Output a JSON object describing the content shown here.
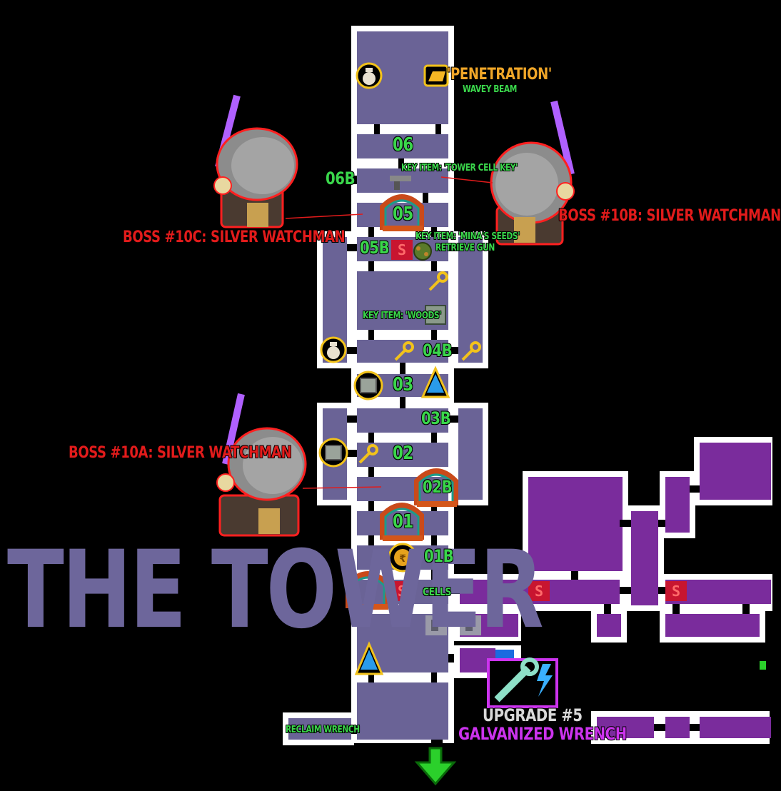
{
  "map": {
    "title": "THE TOWER",
    "room_labels": {
      "r06": "06",
      "r06b": "06B",
      "r05": "05",
      "r05b": "05B",
      "r04b": "04B",
      "r03": "03",
      "r03b": "03B",
      "r02": "02",
      "r02b": "02B",
      "r01": "01",
      "r01b": "01B",
      "cells": "CELLS"
    },
    "bosses": {
      "boss_a": "BOSS #10A: SILVER WATCHMAN",
      "boss_b": "BOSS #10B: SILVER WATCHMAN",
      "boss_c": "BOSS #10C: SILVER WATCHMAN"
    },
    "items": {
      "penetration_name": "'PENETRATION'",
      "penetration_sub": "WAVEY BEAM",
      "tower_cell_key": "KEY ITEM: 'TOWER CELL KEY'",
      "minas_seeds": "KEY ITEM: 'MINA'S SEEDS'",
      "retrieve_gun": "RETRIEVE GUN",
      "woods": "KEY ITEM: 'WOODS'",
      "reclaim_wrench": "RECLAIM WRENCH",
      "upgrade_title": "UPGRADE #5",
      "upgrade_name": "GALVANIZED WRENCH"
    },
    "icons": [
      "pot-icon",
      "gold-bar-icon",
      "key-icon",
      "crate-icon",
      "potion-icon",
      "coin-icon",
      "save-point-icon",
      "door-arch-icon",
      "silver-watchman-icon",
      "seeds-icon",
      "woods-icon",
      "gun-icon",
      "wrench-icon",
      "exit-arrow-icon"
    ],
    "colors": {
      "room_tower": "#6a6396",
      "room_dungeon": "#7a2c9c",
      "wall": "#ffffff",
      "room_label": "#3ad64b",
      "boss_label": "#e21b1b",
      "item_gold": "#f0a628",
      "upgrade_purple": "#cc33ee"
    }
  }
}
